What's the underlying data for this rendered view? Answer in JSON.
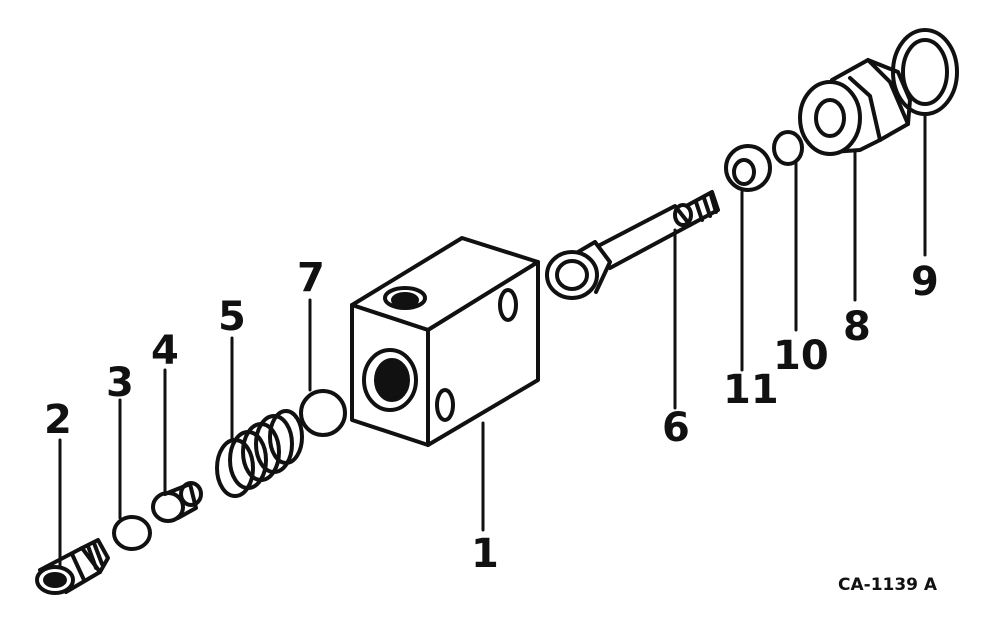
{
  "diagram": {
    "callouts": [
      "1",
      "2",
      "3",
      "4",
      "5",
      "6",
      "7",
      "8",
      "9",
      "10",
      "11"
    ],
    "drawing_code": "CA-1139 A"
  },
  "colors": {
    "ink": "#111111",
    "paper": "#ffffff"
  }
}
